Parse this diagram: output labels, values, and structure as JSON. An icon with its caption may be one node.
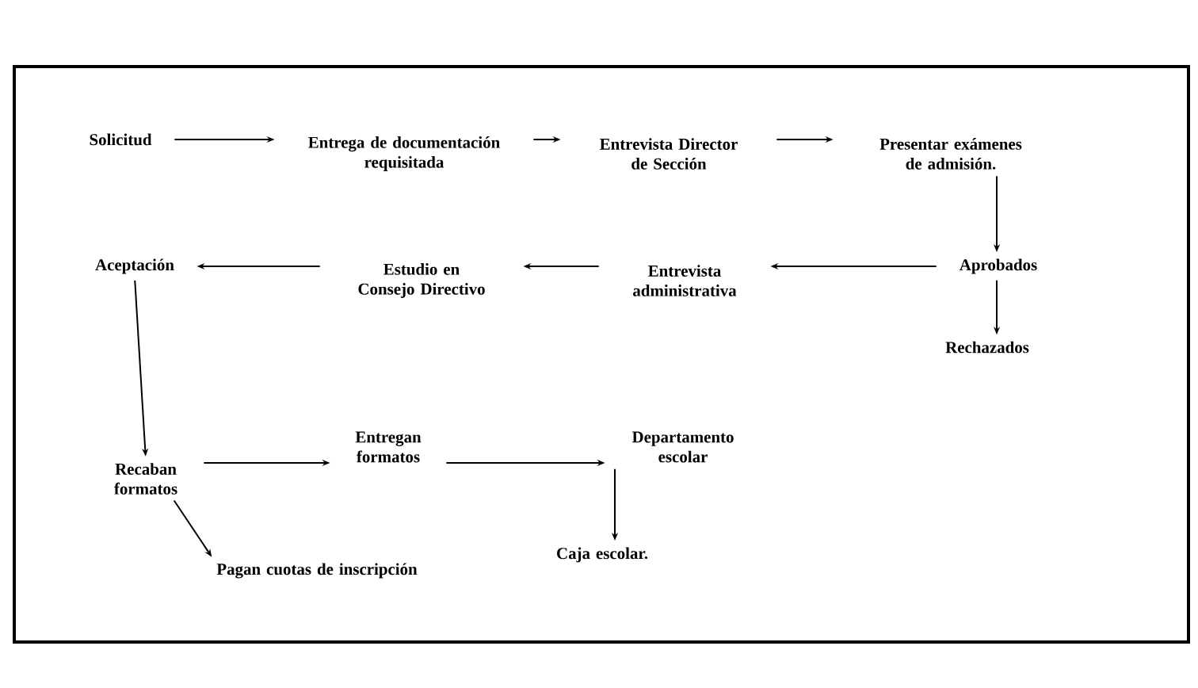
{
  "diagram": {
    "nodes": [
      {
        "text": [
          "Solicitud"
        ]
      },
      {
        "text": [
          "Entrega de documentación requisitada"
        ]
      },
      {
        "text": [
          "Entrevista Director de Sección"
        ]
      },
      {
        "text": [
          "Presentar exámenes de admisión."
        ]
      },
      {
        "text": [
          "Aceptación"
        ]
      },
      {
        "text": [
          "Estudio en Consejo Directivo"
        ]
      },
      {
        "text": [
          "Entrevista administrativa"
        ]
      },
      {
        "text": [
          "Aprobados"
        ]
      },
      {
        "text": [
          "Rechazados"
        ]
      },
      {
        "text": [
          "Recaban formatos"
        ]
      },
      {
        "text": [
          "Entregan formatos"
        ]
      },
      {
        "text": [
          "Departamento escolar"
        ]
      },
      {
        "text": [
          "Pagan cuotas de inscripción"
        ]
      },
      {
        "text": [
          "Caja escolar."
        ]
      }
    ],
    "edges": [
      {
        "from": 0,
        "to": 1,
        "arrow": "to"
      },
      {
        "from": 1,
        "to": 2,
        "arrow": "to"
      },
      {
        "from": 2,
        "to": 3,
        "arrow": "to"
      },
      {
        "from": 3,
        "to": 7,
        "arrow": "to"
      },
      {
        "from": 7,
        "to": 6,
        "arrow": "to"
      },
      {
        "from": 6,
        "to": 5,
        "arrow": "to"
      },
      {
        "from": 5,
        "to": 4,
        "arrow": "to"
      },
      {
        "from": 7,
        "to": 8,
        "arrow": "to"
      },
      {
        "from": 4,
        "to": 9,
        "arrow": "to"
      },
      {
        "from": 9,
        "to": 10,
        "arrow": "to"
      },
      {
        "from": 10,
        "to": 11,
        "arrow": "to"
      },
      {
        "from": 9,
        "to": 12,
        "arrow": "to"
      },
      {
        "from": 11,
        "to": 13,
        "arrow": "to"
      }
    ]
  }
}
